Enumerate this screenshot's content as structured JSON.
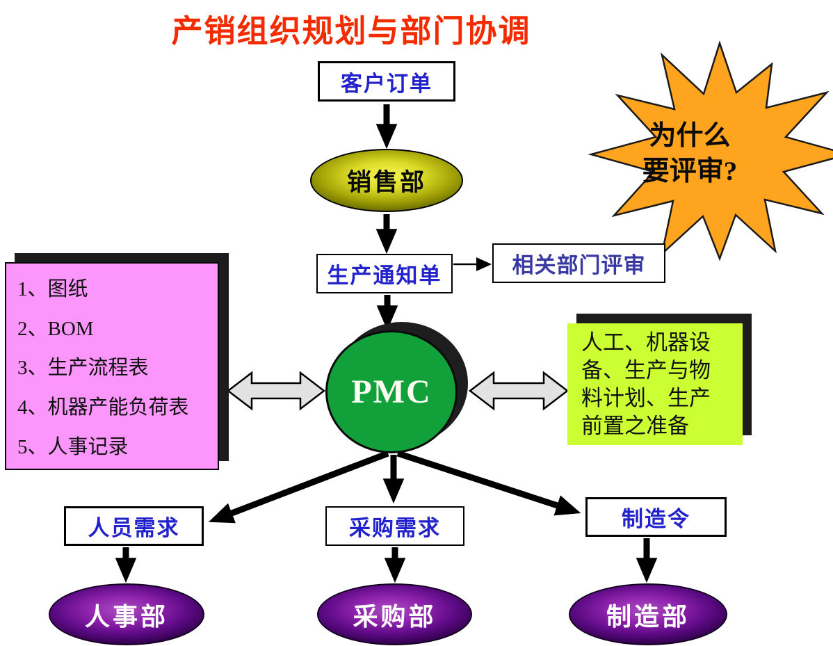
{
  "title": "产销组织规划与部门协调",
  "nodes": {
    "customer_order": "客户订单",
    "sales_dept": "销售部",
    "production_notice": "生产通知单",
    "dept_review": "相关部门评审",
    "pmc": "PMC",
    "personnel_demand": "人员需求",
    "purchase_demand": "采购需求",
    "manufacture_order": "制造令",
    "hr_dept": "人事部",
    "purchasing_dept": "采购部",
    "manufacturing_dept": "制造部"
  },
  "callout": {
    "line1": "为什么",
    "line2": "要评审?"
  },
  "inputs_list": {
    "items": [
      "1、图纸",
      "2、BOM",
      "3、生产流程表",
      "4、机器产能负荷表",
      "5、人事记录"
    ]
  },
  "resources_note": {
    "lines": [
      "人工、机器设",
      "备、生产与物",
      "料计划、生产",
      "前置之准备"
    ]
  },
  "colors": {
    "title_red": "#F22B00",
    "node_label_blue": "#2222CC",
    "review_label_indigo": "#3939A3",
    "pmc_green": "#12A03B",
    "inputs_pink": "#FC96FC",
    "resources_green": "#CCFF33",
    "callout_orange": "#FFA41E",
    "dept_purple_core": "#8E22AC",
    "sales_yellow": "#DADA28",
    "double_arrow_gray": "#E2E2E2",
    "arrow_black": "#000000"
  }
}
